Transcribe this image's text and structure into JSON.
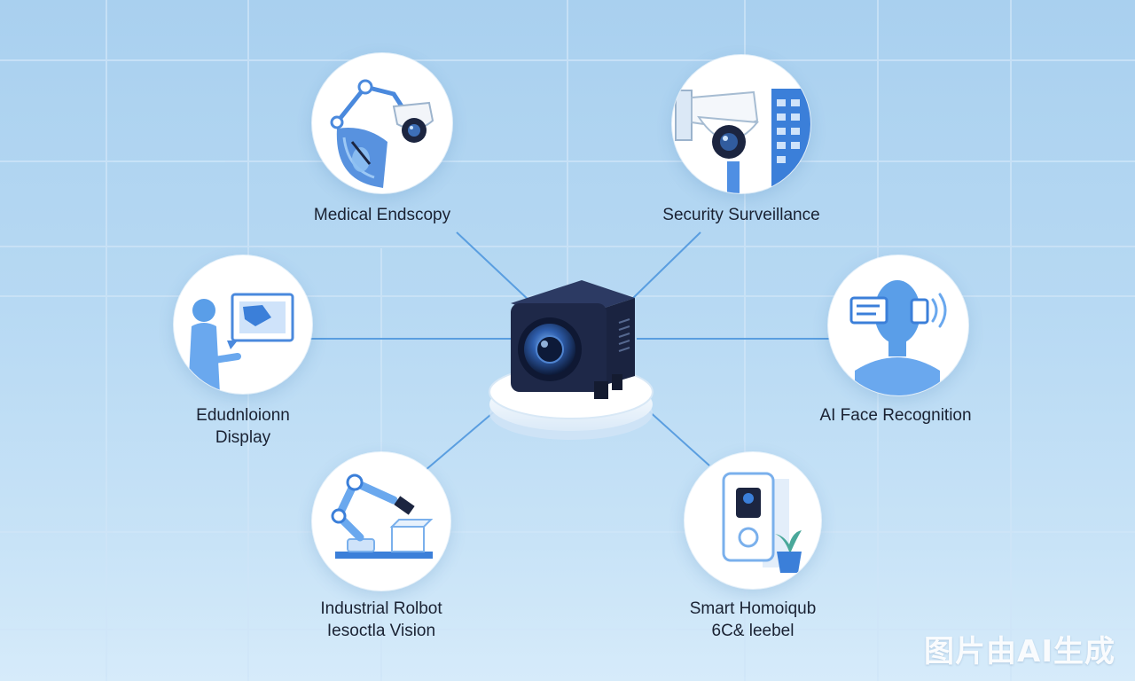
{
  "nodes": [
    {
      "id": "medical",
      "label_lines": [
        "Medical Endscopy"
      ],
      "icon": "robotic-arm-endoscope-icon"
    },
    {
      "id": "security",
      "label_lines": [
        "Security Surveillance"
      ],
      "icon": "dome-security-camera-icon"
    },
    {
      "id": "education",
      "label_lines": [
        "Edudnloionn",
        "Display"
      ],
      "icon": "person-presentation-icon"
    },
    {
      "id": "face",
      "label_lines": [
        "AI Face Recognition"
      ],
      "icon": "face-scan-icon"
    },
    {
      "id": "industrial",
      "label_lines": [
        "Industrial Rolbot",
        "Iesoctla Vision"
      ],
      "icon": "industrial-robot-arm-icon"
    },
    {
      "id": "smarthome",
      "label_lines": [
        "Smart Homoiqub",
        "6C&  leebel"
      ],
      "icon": "smart-doorbell-icon"
    }
  ],
  "center": {
    "icon": "camera-module-icon"
  },
  "watermark": "图片由AI生成",
  "colors": {
    "background": "#b7d9f3",
    "accent": "#3b7fd9",
    "dark_navy": "#1c2540",
    "connector": "#5a9ee0",
    "text": "#1a2233"
  }
}
